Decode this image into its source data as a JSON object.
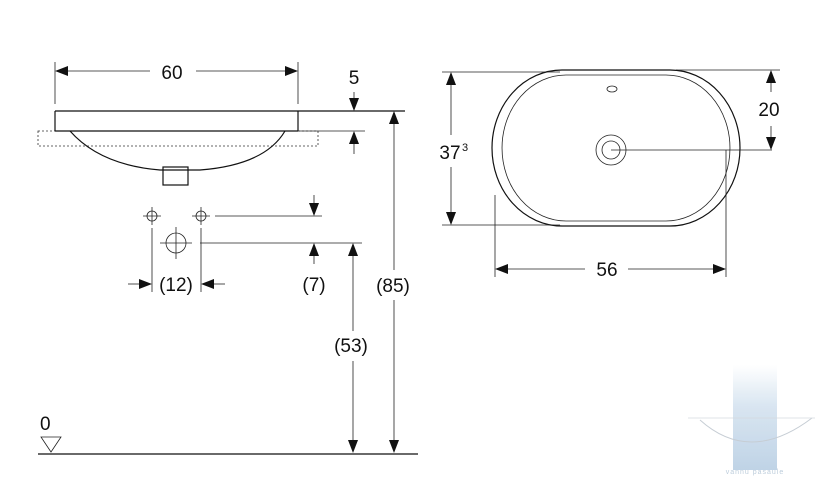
{
  "dimensions": {
    "top_width": "60",
    "rim_depth": "5",
    "width_inner": "56",
    "height_oval": "37",
    "height_oval_sup": "3",
    "tap_offset": "20",
    "waste_spacing": "(12)",
    "waste_height": "(7)",
    "waste_from_floor": "(53)",
    "total_height": "(85)",
    "floor_level": "0"
  },
  "watermark": {
    "text": "vannu pasaule",
    "color": "#c7d9ea"
  }
}
